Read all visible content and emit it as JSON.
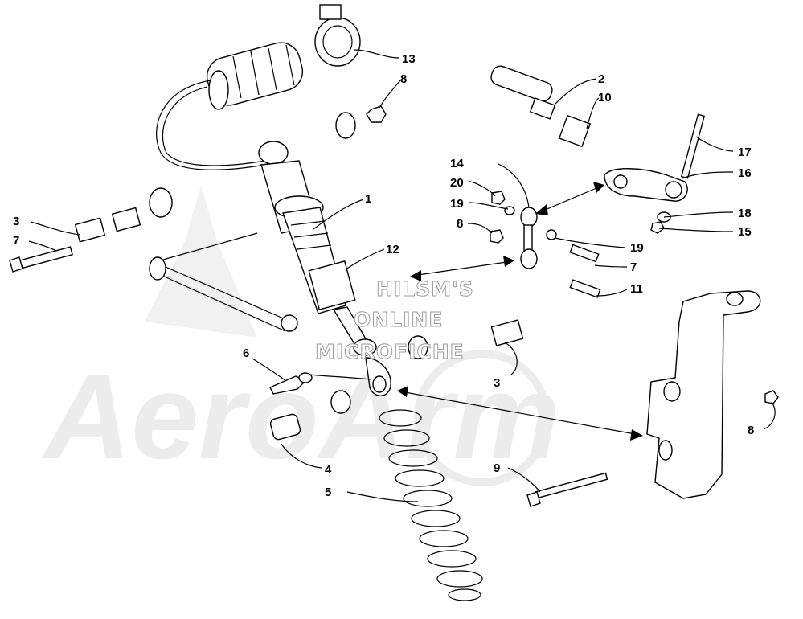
{
  "watermark": {
    "brand": "AeroArm",
    "lines": [
      "HILSM'S",
      "ONLINE",
      "MICROFICHE"
    ]
  },
  "callouts": [
    {
      "label": "13"
    },
    {
      "label": "8"
    },
    {
      "label": "2"
    },
    {
      "label": "10"
    },
    {
      "label": "17"
    },
    {
      "label": "16"
    },
    {
      "label": "14"
    },
    {
      "label": "20"
    },
    {
      "label": "19"
    },
    {
      "label": "18"
    },
    {
      "label": "15"
    },
    {
      "label": "8"
    },
    {
      "label": "19"
    },
    {
      "label": "7"
    },
    {
      "label": "11"
    },
    {
      "label": "1"
    },
    {
      "label": "3"
    },
    {
      "label": "7"
    },
    {
      "label": "12"
    },
    {
      "label": "6"
    },
    {
      "label": "3"
    },
    {
      "label": "4"
    },
    {
      "label": "5"
    },
    {
      "label": "9"
    },
    {
      "label": "8"
    }
  ]
}
